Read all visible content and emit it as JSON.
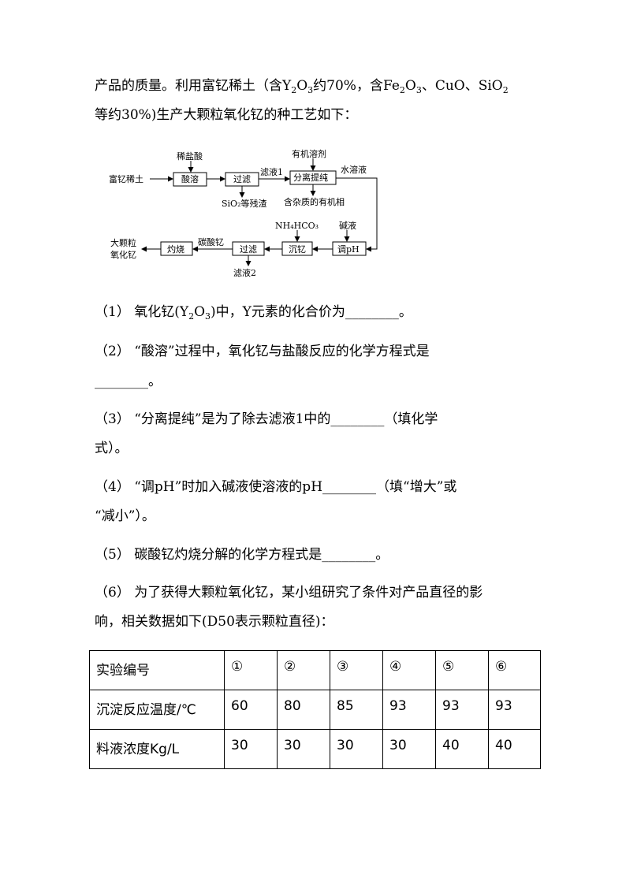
{
  "intro": {
    "line1_a": "产品的质量。利用富钇稀土（含Y",
    "line1_sub1": "2",
    "line1_b": "O",
    "line1_sub2": "3",
    "line1_c": "约70%，含Fe",
    "line1_sub3": "2",
    "line1_d": "O",
    "line1_sub4": "3",
    "line1_e": "、CuO、SiO",
    "line1_sub5": "2",
    "line2": "等约30%)生产大颗粒氧化钇的种工艺如下："
  },
  "flowchart": {
    "raw": "富钇稀土",
    "hcl": "稀盐酸",
    "acid_dissolve": "酸溶",
    "filter1": "过滤",
    "residue": "SiO₂等残渣",
    "filtrate1": "滤液1",
    "organic_solvent": "有机溶剂",
    "separate": "分离提纯",
    "aqueous": "水溶液",
    "organic_phase": "含杂质的有机相",
    "nh4hco3": "NH₄HCO₃",
    "alkali": "碱液",
    "adjust_ph": "调pH",
    "precipitate": "沉钇",
    "filter2": "过滤",
    "filtrate2": "滤液2",
    "carbonate": "碳酸钇",
    "calcine": "灼烧",
    "product_l1": "大颗粒",
    "product_l2": "氧化钇"
  },
  "questions": {
    "q1_a": "（1）  氧化钇(Y",
    "q1_sub1": "2",
    "q1_b": "O",
    "q1_sub2": "3",
    "q1_c": ")中，Y元素的化合价为________。",
    "q2_l1": "（2）  “酸溶”过程中，氧化钇与盐酸反应的化学方程式是",
    "q2_l2": "________。",
    "q3_l1": "（3）  “分离提纯”是为了除去滤液1中的________（填化学",
    "q3_l2": "式）。",
    "q4_l1": "（4）  “调pH”时加入碱液使溶液的pH________（填“增大”或",
    "q4_l2": "“减小”）。",
    "q5": "（5）  碳酸钇灼烧分解的化学方程式是________。",
    "q6_l1": "（6）  为了获得大颗粒氧化钇，某小组研究了条件对产品直径的影",
    "q6_l2": "响，相关数据如下(D50表示颗粒直径)："
  },
  "table": {
    "rows": [
      [
        "实验编号",
        "①",
        "②",
        "③",
        "④",
        "⑤",
        "⑥"
      ],
      [
        "沉淀反应温度/℃",
        "60",
        "80",
        "85",
        "93",
        "93",
        "93"
      ],
      [
        "料液浓度Kg/L",
        "30",
        "30",
        "30",
        "30",
        "40",
        "40"
      ]
    ]
  }
}
